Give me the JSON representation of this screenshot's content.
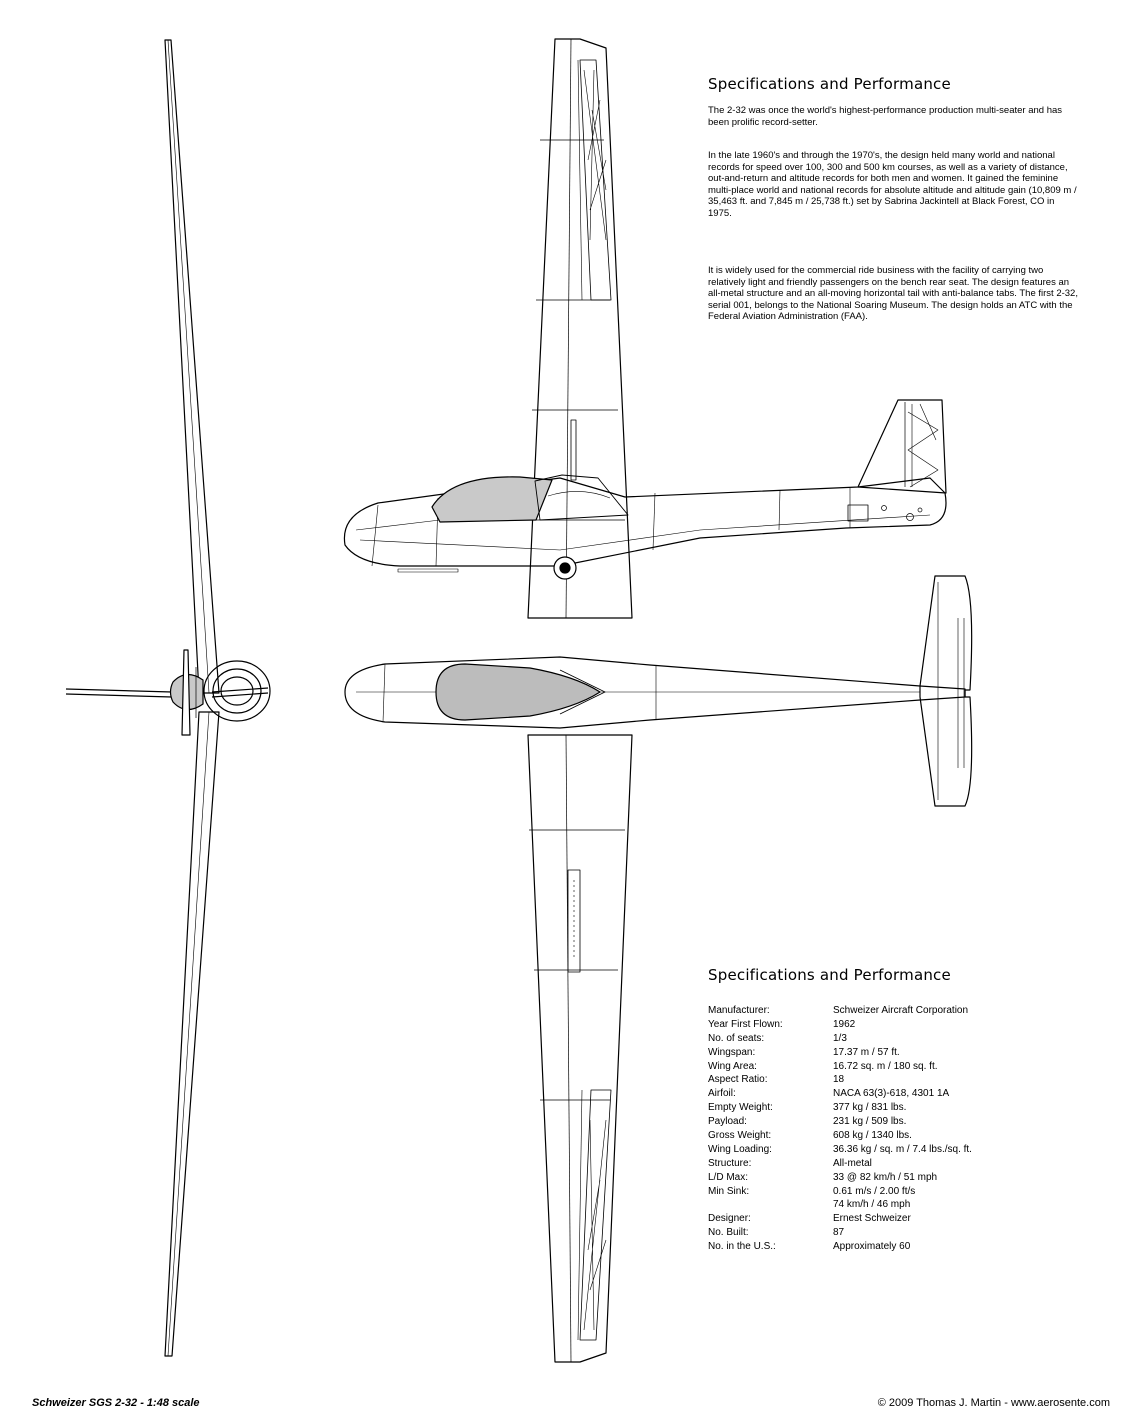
{
  "spec_block_top": {
    "title": "Specifications and Performance",
    "paragraphs": [
      "The 2-32 was once the world's highest-performance production multi-seater and has been prolific record-setter.",
      "In the late 1960's and through the 1970's, the design held many world and national records for speed over 100, 300 and 500 km courses, as well as a variety of distance, out-and-return and altitude records for both men and women. It gained the feminine multi-place world and national records for absolute altitude and altitude gain (10,809 m / 35,463 ft. and 7,845 m / 25,738 ft.) set by Sabrina Jackintell at Black Forest, CO in 1975.",
      "It is widely used for the commercial ride business with the facility of carrying two relatively light and friendly passengers on the bench rear seat. The design features an all-metal structure and an all-moving horizontal tail with anti-balance tabs. The first 2-32, serial 001, belongs to the National Soaring Museum. The design holds an ATC with the Federal Aviation Administration (FAA)."
    ]
  },
  "spec_block_bottom": {
    "title": "Specifications and Performance",
    "rows": [
      {
        "label": "Manufacturer:",
        "value": "Schweizer Aircraft Corporation"
      },
      {
        "label": "Year First Flown:",
        "value": "1962"
      },
      {
        "label": "No. of seats:",
        "value": "1/3"
      },
      {
        "label": "Wingspan:",
        "value": "17.37 m / 57 ft."
      },
      {
        "label": "Wing Area:",
        "value": "16.72 sq. m / 180 sq. ft."
      },
      {
        "label": "Aspect Ratio:",
        "value": "18"
      },
      {
        "label": "Airfoil:",
        "value": "NACA 63(3)-618, 4301 1A"
      },
      {
        "label": "Empty Weight:",
        "value": "377 kg / 831 lbs."
      },
      {
        "label": "Payload:",
        "value": "231 kg / 509 lbs."
      },
      {
        "label": "Gross Weight:",
        "value": "608 kg / 1340 lbs."
      },
      {
        "label": "Wing Loading:",
        "value": "36.36 kg / sq. m / 7.4 lbs./sq. ft."
      },
      {
        "label": "Structure:",
        "value": "All-metal"
      },
      {
        "label": "L/D Max:",
        "value": "33 @ 82 km/h / 51 mph"
      },
      {
        "label": "Min Sink:",
        "value": "0.61 m/s / 2.00 ft/s"
      },
      {
        "label": "",
        "value": "74 km/h / 46 mph"
      },
      {
        "label": "Designer:",
        "value": "Ernest Schweizer"
      },
      {
        "label": "No. Built:",
        "value": "87"
      },
      {
        "label": "No. in the U.S.:",
        "value": "Approximately 60"
      }
    ]
  },
  "footer": {
    "left": "Schweizer SGS 2-32 - 1:48 scale",
    "right": "© 2009 Thomas J. Martin - www.aerosente.com"
  },
  "colors": {
    "canopy_fill": "#c9c9c9",
    "canopy_top_fill": "#bcbcbc",
    "ink": "#000000"
  }
}
